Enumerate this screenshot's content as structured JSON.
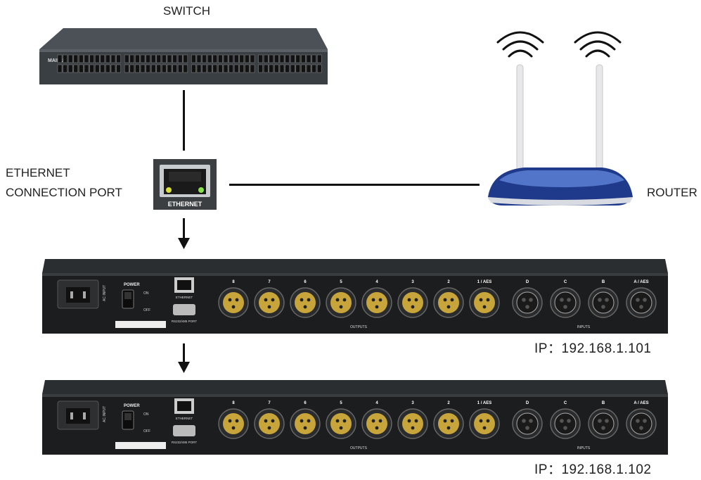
{
  "labels": {
    "switch": "SWITCH",
    "ethernet_line1": "ETHERNET",
    "ethernet_line2": "CONNECTION PORT",
    "router": "ROUTER"
  },
  "port_label": "ETHERNET",
  "switch_brand": "MAIPU",
  "devices": [
    {
      "ip": "IP：192.168.1.101",
      "power_label": "POWER",
      "on_label": "ON",
      "off_label": "OFF",
      "ac_label": "AC INPUT",
      "ethernet_label": "ETHERNET",
      "rs232_label": "RS232/485 PORT",
      "outputs_label": "OUTPUTS",
      "inputs_label": "INPUTS",
      "output_channels": [
        "8",
        "7",
        "6",
        "5",
        "4",
        "3",
        "2",
        "1 / AES"
      ],
      "input_channels": [
        "D",
        "C",
        "B",
        "A / AES"
      ]
    },
    {
      "ip": "IP：192.168.1.102",
      "power_label": "POWER",
      "on_label": "ON",
      "off_label": "OFF",
      "ac_label": "AC INPUT",
      "ethernet_label": "ETHERNET",
      "rs232_label": "RS232/485 PORT",
      "outputs_label": "OUTPUTS",
      "inputs_label": "INPUTS",
      "output_channels": [
        "8",
        "7",
        "6",
        "5",
        "4",
        "3",
        "2",
        "1 / AES"
      ],
      "input_channels": [
        "D",
        "C",
        "B",
        "A / AES"
      ]
    }
  ]
}
